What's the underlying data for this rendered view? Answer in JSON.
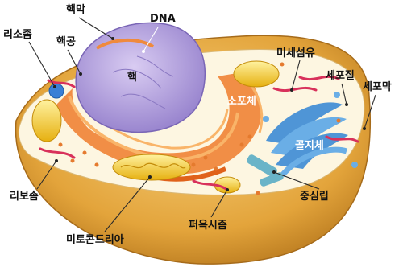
{
  "labels": {
    "nuclear_envelope": "핵막",
    "dna": "DNA",
    "lysosome": "리소좀",
    "nuclear_pore": "핵공",
    "nucleus": "핵",
    "microfilament": "미세섬유",
    "cytoplasm": "세포질",
    "cell_membrane": "세포막",
    "er": "소포체",
    "golgi": "골지체",
    "ribosome": "리보솜",
    "centrosome": "중심립",
    "mitochondria": "미토콘드리아",
    "peroxisome": "퍼옥시좀"
  },
  "colors": {
    "cell_outer": "#e8a93c",
    "cytoplasm": "#fdf6e1",
    "nucleus": "#b9a8e0",
    "er": "#ef7b2a",
    "golgi": "#4f95d6",
    "mitochondria": "#f4c81e",
    "microfilament": "#d8315b"
  }
}
